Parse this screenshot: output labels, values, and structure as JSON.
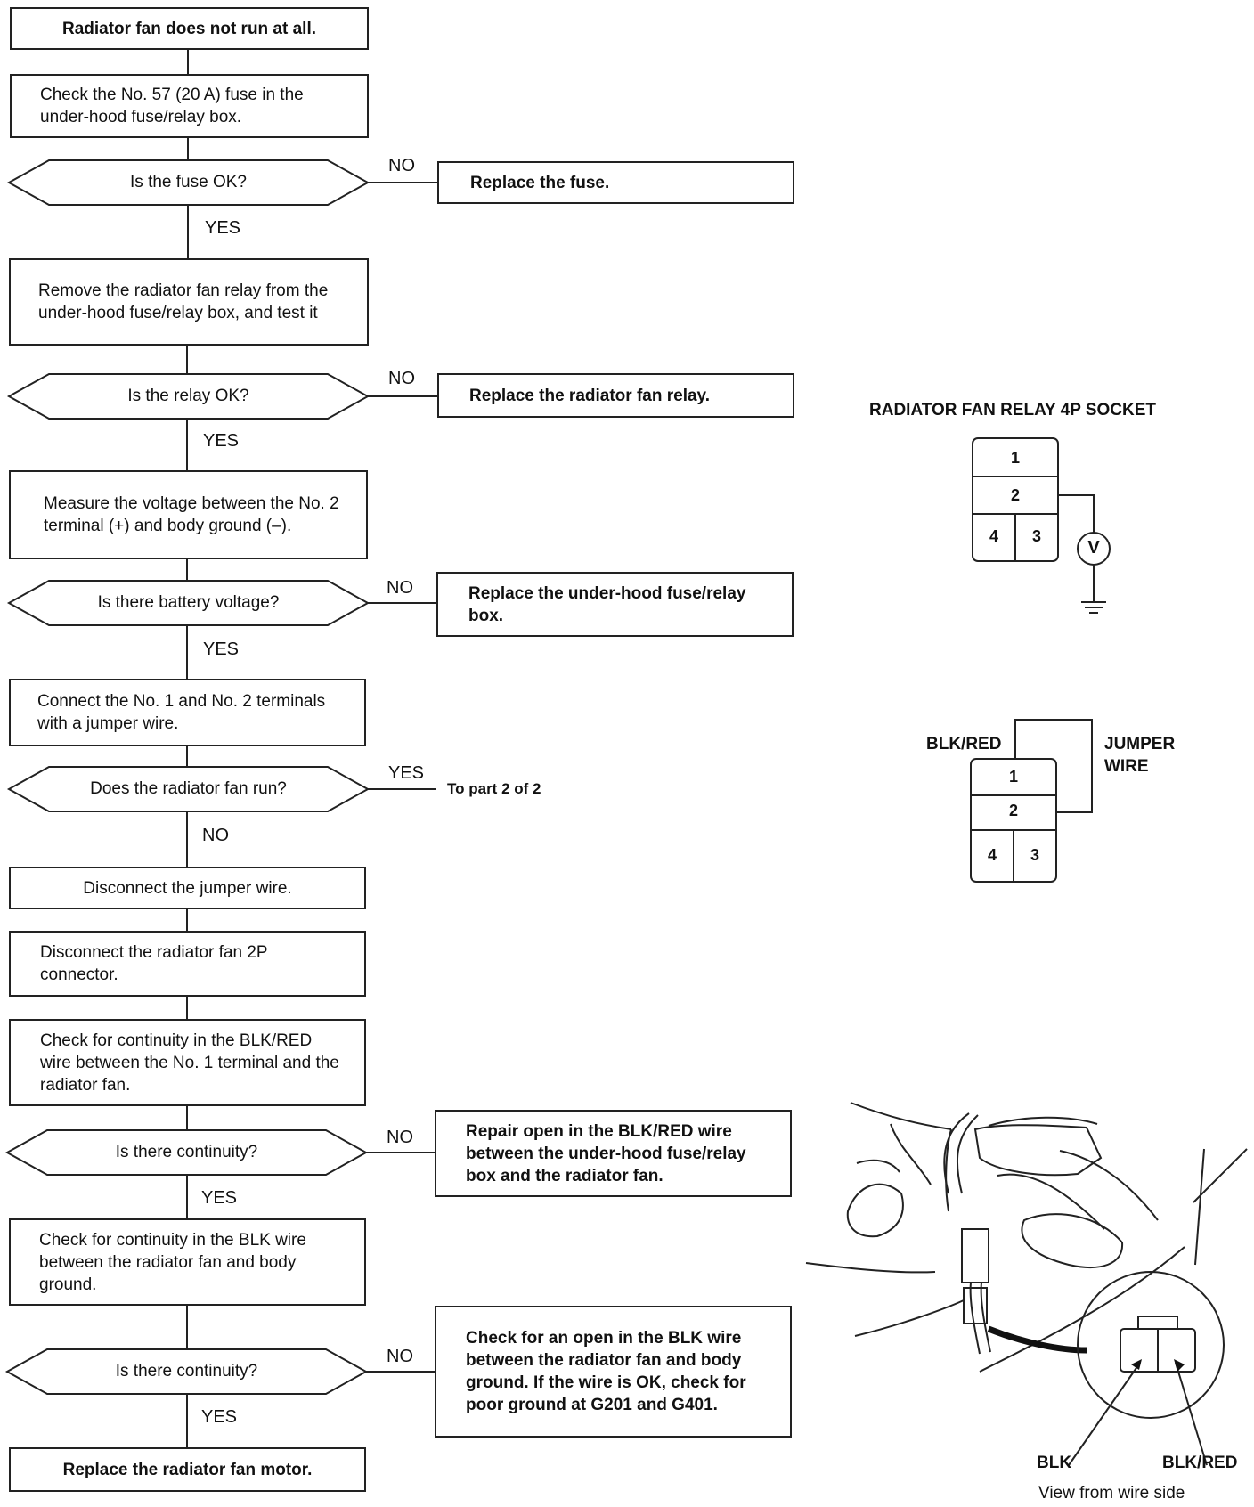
{
  "flow": {
    "start": "Radiator fan does not run at all.",
    "check_fuse": "Check the No. 57 (20 A) fuse in the under-hood fuse/relay box.",
    "q_fuse": "Is the fuse OK?",
    "a_fuse_no": "Replace the fuse.",
    "remove_relay": "Remove the radiator fan relay from the under-hood fuse/relay box, and test it",
    "q_relay": "Is the relay OK?",
    "a_relay_no": "Replace the radiator fan relay.",
    "measure_voltage": "Measure the voltage between the No. 2 terminal (+) and body ground (–).",
    "q_voltage": "Is there battery voltage?",
    "a_voltage_no": "Replace the under-hood fuse/relay box.",
    "connect_jumper": "Connect the No. 1 and No. 2 terminals with a jumper wire.",
    "q_fan_runs": "Does the radiator fan run?",
    "a_fan_runs_yes": "To part 2 of 2",
    "disconnect_jumper": "Disconnect the jumper wire.",
    "disconnect_connector": "Disconnect the radiator fan 2P connector.",
    "check_blkred": "Check for continuity in the BLK/RED wire between the No. 1 terminal and the radiator fan.",
    "q_cont1": "Is there continuity?",
    "a_cont1_no": "Repair open in the BLK/RED wire between the under-hood fuse/relay box and the radiator fan.",
    "check_blk": "Check for continuity in the BLK wire between the radiator fan and body ground.",
    "q_cont2": "Is there continuity?",
    "a_cont2_no": "Check for an open in the BLK wire between the radiator fan and body ground. If the wire is OK, check for poor ground at G201 and G401.",
    "end": "Replace the radiator fan motor.",
    "yes": "YES",
    "no": "NO"
  },
  "socket_diagram": {
    "title": "RADIATOR FAN RELAY 4P SOCKET",
    "terminals": [
      "1",
      "2",
      "4",
      "3"
    ],
    "meter_symbol": "V"
  },
  "jumper_diagram": {
    "wire_label": "BLK/RED",
    "jumper_line1": "JUMPER",
    "jumper_line2": "WIRE",
    "terminals": [
      "1",
      "2",
      "4",
      "3"
    ]
  },
  "connector_view": {
    "label_blk": "BLK",
    "label_blkred": "BLK/RED",
    "caption": "View from wire side"
  }
}
